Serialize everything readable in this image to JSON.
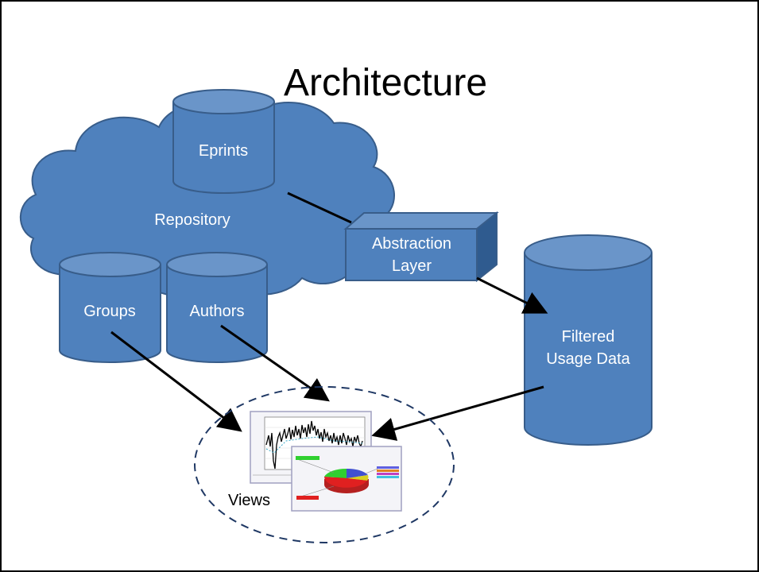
{
  "slide": {
    "title": "Architecture"
  },
  "nodes": {
    "repository": "Repository",
    "eprints": "Eprints",
    "groups": "Groups",
    "authors": "Authors",
    "abstraction_layer": [
      "Abstraction",
      "Layer"
    ],
    "filtered_usage_data": [
      "Filtered",
      "Usage Data"
    ],
    "views": "Views"
  },
  "colors": {
    "shape_fill": "#4f81bd",
    "shape_stroke": "#385d8a",
    "text": "#ffffff",
    "arrow": "#000000",
    "dashed_ellipse": "#1f3864"
  },
  "icons": {
    "views_chart_1": "line-chart-thumbnail",
    "views_chart_2": "pie-chart-thumbnail"
  }
}
